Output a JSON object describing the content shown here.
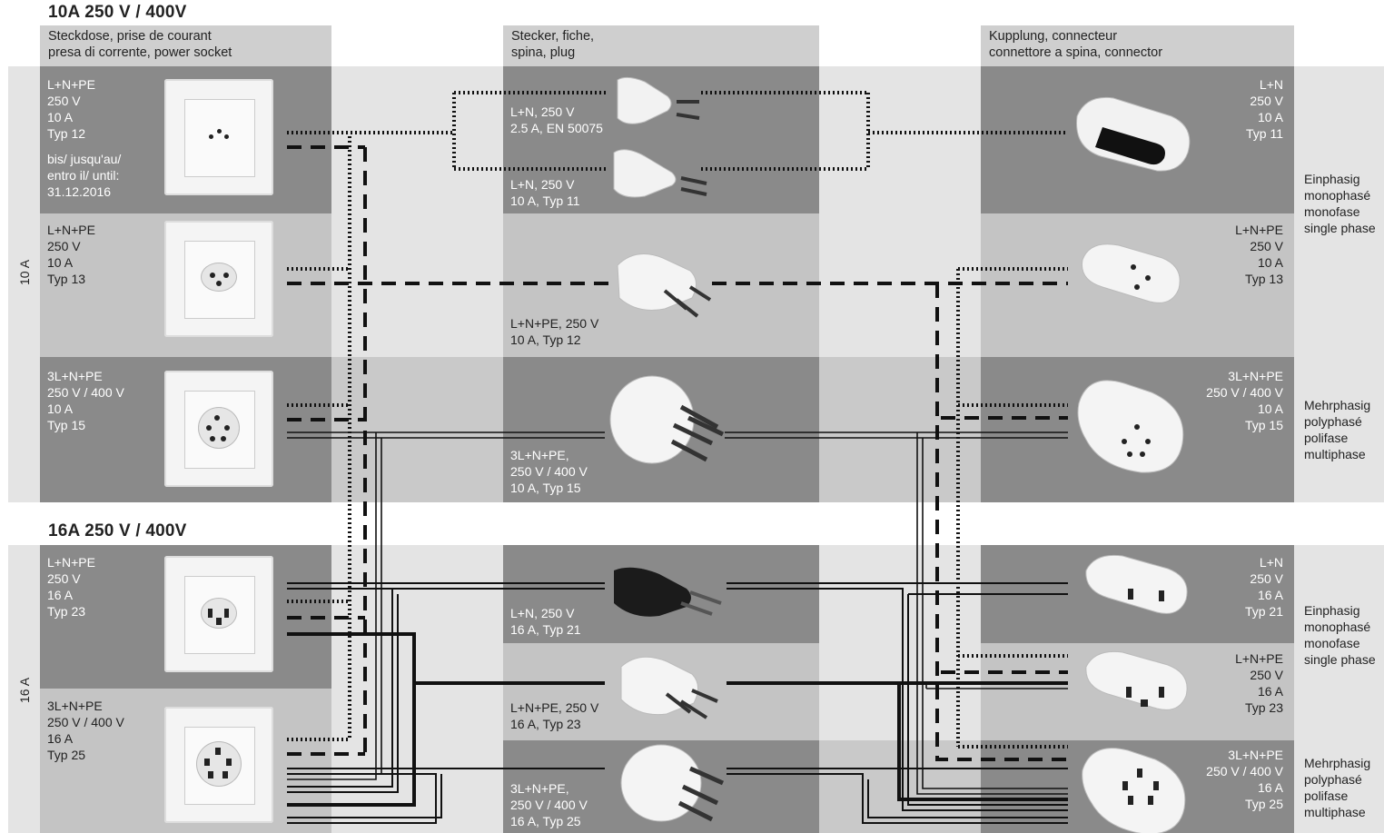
{
  "sections": {
    "s10": "10A 250 V / 400V",
    "s16": "16A 250 V / 400V",
    "side10": "10 A",
    "side16": "16 A"
  },
  "columns": {
    "socket": "Steckdose, prise de courant\npresa di corrente, power socket",
    "plug": "Stecker, fiche,\nspina, plug",
    "connector": "Kupplung, connecteur\nconnettore a spina, connector"
  },
  "sockets": [
    {
      "label": "L+N+PE\n250 V\n10 A\nTyp 12",
      "note": "bis/ jusqu'au/\nentro il/ until:\n31.12.2016"
    },
    {
      "label": "L+N+PE\n250 V\n10 A\nTyp 13"
    },
    {
      "label": "3L+N+PE\n250 V / 400 V\n10 A\nTyp 15"
    },
    {
      "label": "L+N+PE\n250 V\n16 A\nTyp 23"
    },
    {
      "label": "3L+N+PE\n250 V / 400 V\n16 A\nTyp 25"
    }
  ],
  "plugs": [
    {
      "label": "L+N, 250 V\n2.5 A, EN 50075"
    },
    {
      "label": "L+N, 250 V\n10 A, Typ 11"
    },
    {
      "label": "L+N+PE, 250 V\n10 A, Typ 12"
    },
    {
      "label": "3L+N+PE,\n250 V / 400 V\n10 A, Typ 15"
    },
    {
      "label": "L+N, 250 V\n16 A, Typ 21"
    },
    {
      "label": "L+N+PE, 250 V\n16 A, Typ 23"
    },
    {
      "label": "3L+N+PE,\n250 V / 400 V\n16 A, Typ 25"
    }
  ],
  "connectors": [
    {
      "label": "L+N\n250 V\n10 A\nTyp 11"
    },
    {
      "label": "L+N+PE\n250 V\n10 A\nTyp 13"
    },
    {
      "label": "3L+N+PE\n250 V / 400 V\n10 A\nTyp 15"
    },
    {
      "label": "L+N\n250 V\n16 A\nTyp 21"
    },
    {
      "label": "L+N+PE\n250 V\n16 A\nTyp 23"
    },
    {
      "label": "3L+N+PE\n250 V / 400 V\n16 A\nTyp 25"
    }
  ],
  "phases": {
    "single": "Einphasig\nmonophasé\nmonofase\nsingle phase",
    "multi": "Mehrphasig\npolyphasé\npolifase\nmultiphase"
  },
  "colors": {
    "dark": "#8a8a8a",
    "mid": "#c4c4c4",
    "light": "#e4e4e4",
    "line": "#111111"
  }
}
